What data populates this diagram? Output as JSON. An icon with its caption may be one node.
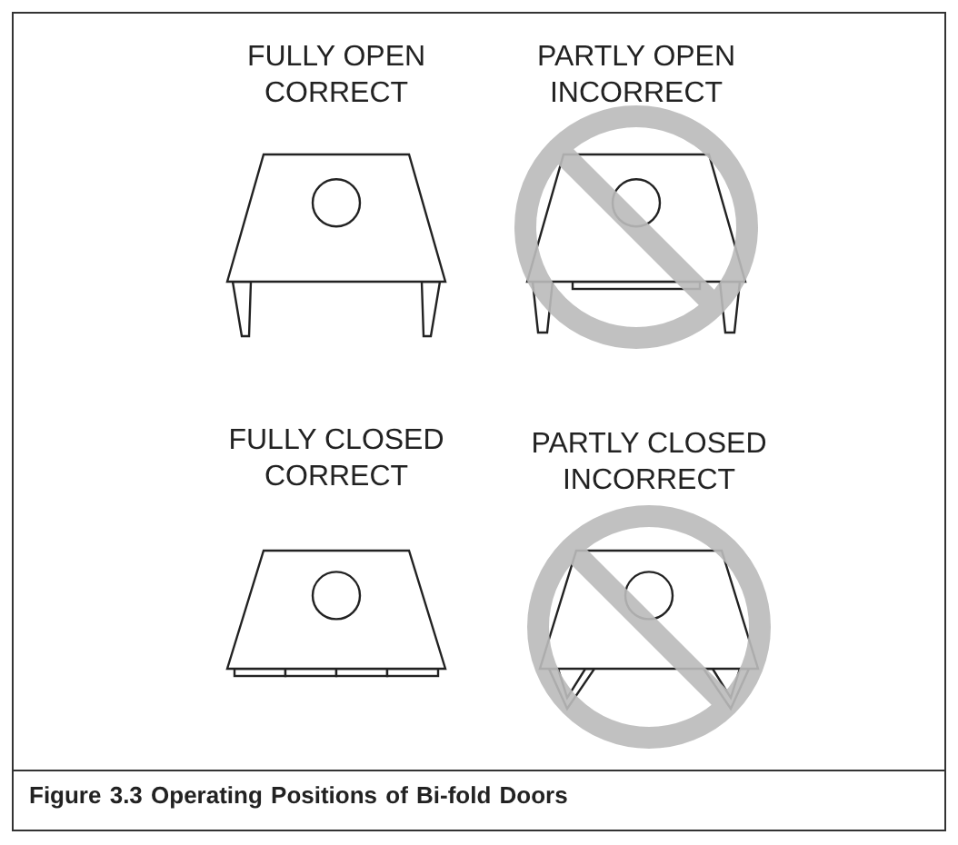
{
  "diagram": {
    "caption": "Figure 3.3 Operating Positions of Bi-fold Doors",
    "labels": [
      "FULLY OPEN CORRECT",
      "PARTLY OPEN INCORRECT",
      "FULLY CLOSED CORRECT",
      "PARTLY CLOSED INCORRECT"
    ]
  }
}
